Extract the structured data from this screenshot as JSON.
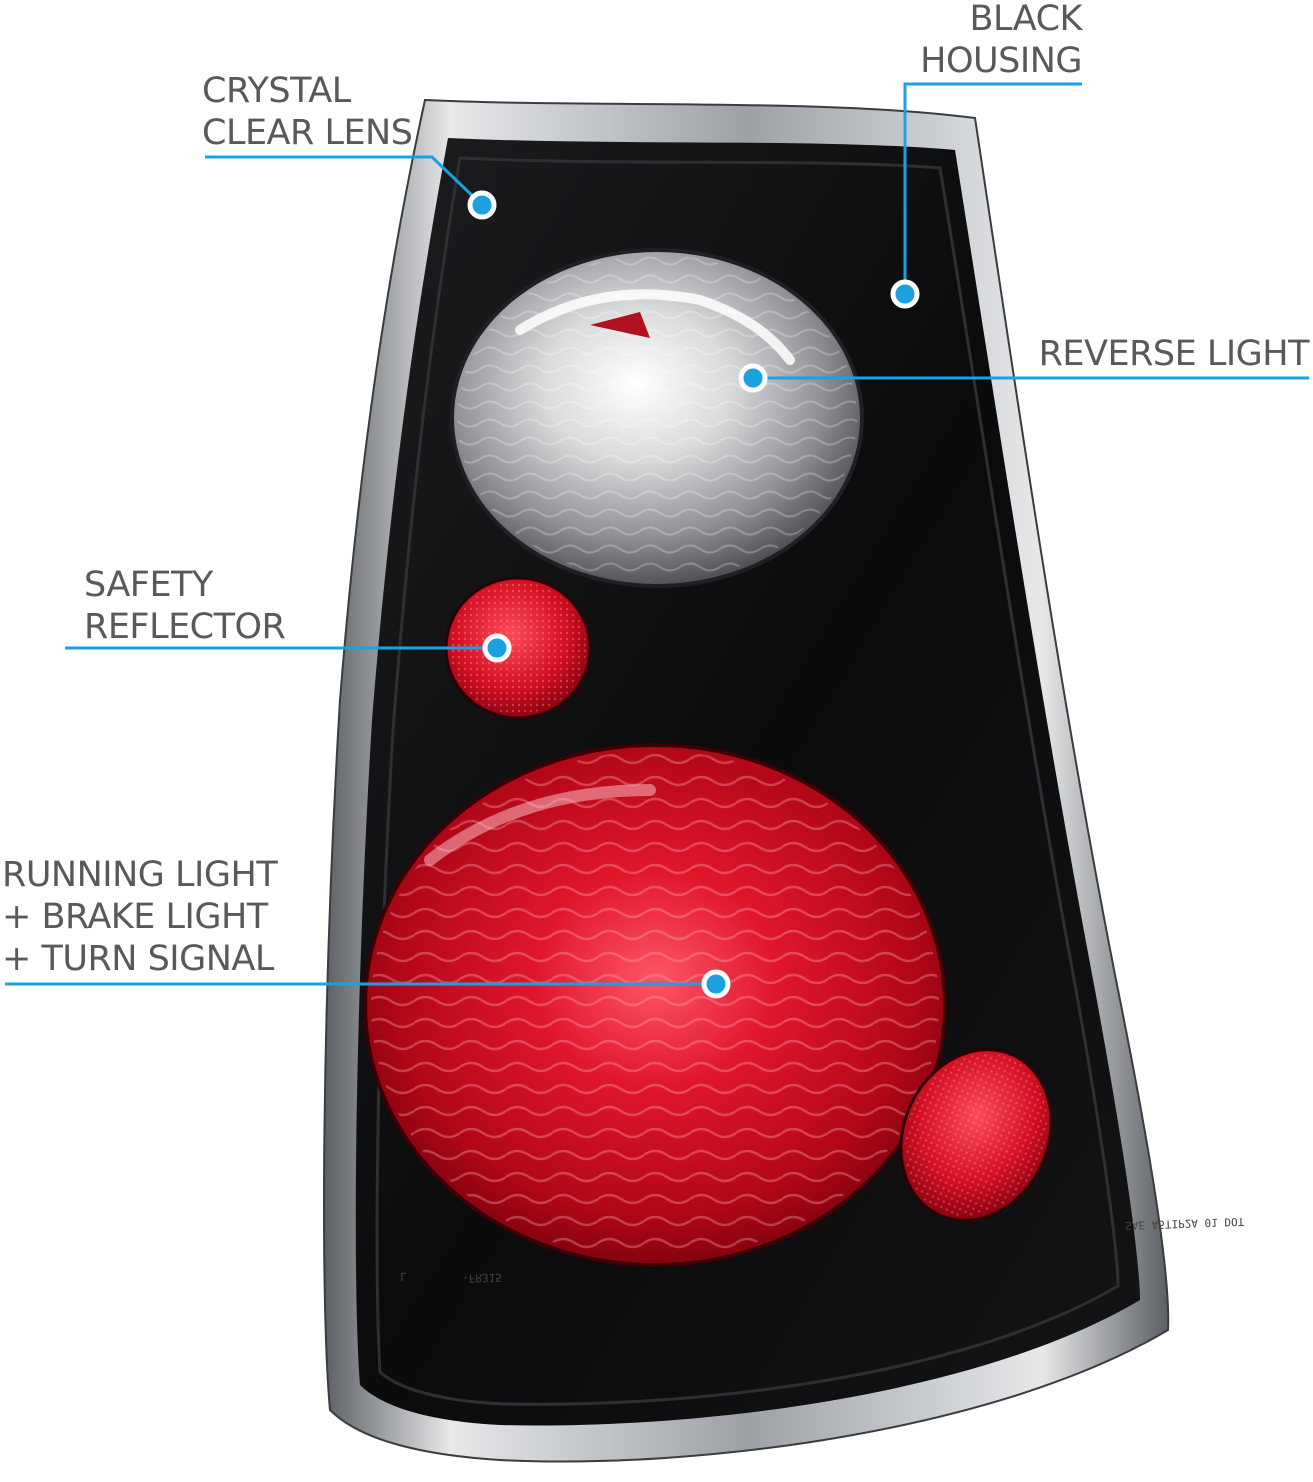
{
  "callouts": {
    "crystal_clear_lens": {
      "line1": "CRYSTAL",
      "line2": "CLEAR LENS"
    },
    "black_housing": {
      "line1": "BLACK",
      "line2": "HOUSING"
    },
    "reverse_light": {
      "line1": "REVERSE LIGHT"
    },
    "safety_reflector": {
      "line1": "SAFETY",
      "line2": "REFLECTOR"
    },
    "running_light": {
      "line1": "RUNNING LIGHT",
      "line2": "+ BRAKE LIGHT",
      "line3": "+ TURN SIGNAL"
    }
  },
  "housing_markings": {
    "side_marker_code": "SAE A5TIP2A 01 DOT",
    "part_code": "-FR315",
    "side_letter": "L"
  },
  "colors": {
    "callout_line": "#1ba1e2",
    "label_text": "#58595b",
    "housing": "#0c0c0d",
    "lens_red": "#c8101e",
    "chrome_trim": "#c9cbce"
  },
  "icons": [
    "callout-dot-icon"
  ]
}
